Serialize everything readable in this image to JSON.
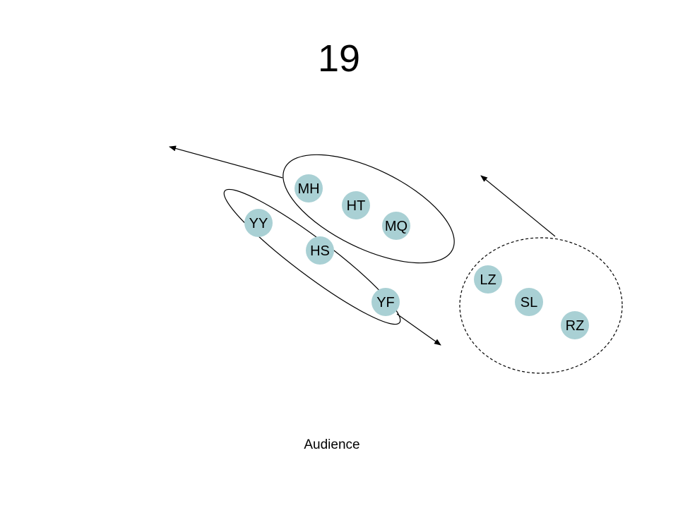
{
  "title": "19",
  "audience_label": "Audience",
  "colors": {
    "performer_fill": "#a9d0d4",
    "line": "#000000",
    "background": "#ffffff"
  },
  "performers": [
    {
      "id": "MH",
      "label": "MH"
    },
    {
      "id": "HT",
      "label": "HT"
    },
    {
      "id": "MQ",
      "label": "MQ"
    },
    {
      "id": "YY",
      "label": "YY"
    },
    {
      "id": "HS",
      "label": "HS"
    },
    {
      "id": "YF",
      "label": "YF"
    },
    {
      "id": "LZ",
      "label": "LZ"
    },
    {
      "id": "SL",
      "label": "SL"
    },
    {
      "id": "RZ",
      "label": "RZ"
    }
  ]
}
